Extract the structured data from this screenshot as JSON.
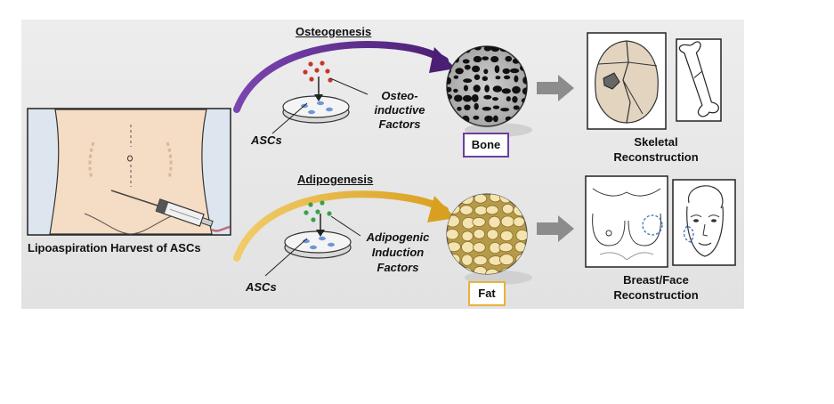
{
  "labels": {
    "harvest": "Lipoaspiration Harvest of ASCs",
    "osteogenesis": "Osteogenesis",
    "adipogenesis": "Adipogenesis",
    "ascs_top": "ASCs",
    "ascs_bottom": "ASCs",
    "osteo_factors_1": "Osteo-",
    "osteo_factors_2": "inductive",
    "osteo_factors_3": "Factors",
    "adipo_factors_1": "Adipogenic",
    "adipo_factors_2": "Induction",
    "adipo_factors_3": "Factors",
    "bone": "Bone",
    "fat": "Fat",
    "skeletal_1": "Skeletal",
    "skeletal_2": "Reconstruction",
    "breast_1": "Breast/Face",
    "breast_2": "Reconstruction"
  },
  "colors": {
    "panel": "#e6e6e6",
    "osteo_arrow": "#5a2a86",
    "adipo_arrow": "#e0a82a",
    "bone_box": "#6b3fa0",
    "fat_box": "#e8b23a",
    "arrow_gray": "#8c8c8c",
    "skin": "#f5dcc4",
    "fat_cell": "#f4e4b2"
  },
  "icons": [
    "abdomen-illustration",
    "syringe-icon",
    "petri-dish-icon",
    "bone-tissue-icon",
    "fat-tissue-icon",
    "skull-icon",
    "femur-icon",
    "breast-icon",
    "face-icon"
  ]
}
